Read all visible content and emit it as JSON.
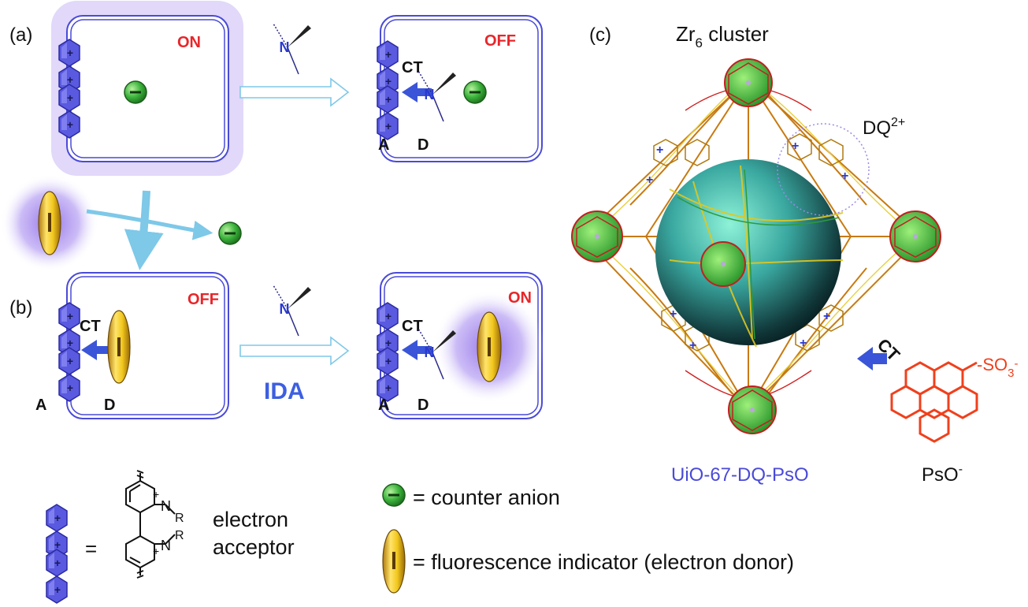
{
  "panels": {
    "a_label": "(a)",
    "b_label": "(b)",
    "c_label": "(c)"
  },
  "states": {
    "a_left": "ON",
    "a_right": "OFF",
    "b_left": "OFF",
    "b_right": "ON"
  },
  "labels": {
    "ct": "CT",
    "acceptor_letter": "A",
    "donor_letter": "D",
    "amine_n": "N",
    "ida": "IDA",
    "zr_cluster_main": "Zr",
    "zr_cluster_sub": "6",
    "zr_cluster_rest": " cluster",
    "dq_main": "DQ",
    "dq_sup": "2+",
    "mof_name": "UiO-67-DQ-PsO",
    "pso_main": "PsO",
    "pso_sup": "-",
    "so3_main": "SO",
    "so3_sub": "3",
    "so3_sup": "-"
  },
  "legend": {
    "equals": "=",
    "plus": "+",
    "minus": "−",
    "r_group": "R",
    "acceptor_line1": "electron",
    "acceptor_line2": "acceptor",
    "anion_text": "= counter anion",
    "indicator_text": "= fluorescence indicator (electron donor)"
  },
  "colors": {
    "frame": "#4a4ad8",
    "on_off": "#e8262a",
    "ct_arrow": "#3a55d8",
    "ida": "#3d5fe0",
    "mof_name": "#4a4ad8",
    "pso": "#f0401c",
    "anion": "#3cb43c",
    "indicator": "#f2c81e",
    "bipyridinium": "#5a5ae0"
  }
}
